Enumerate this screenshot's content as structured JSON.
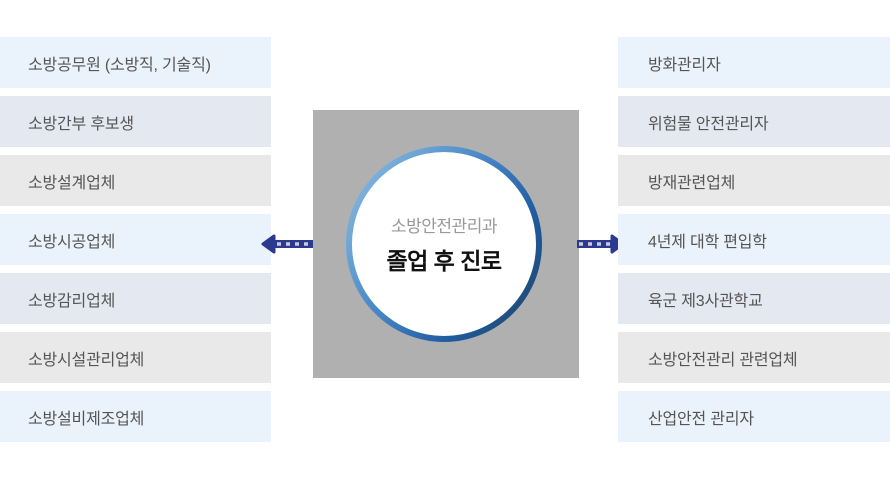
{
  "center": {
    "subtitle": "소방안전관리과",
    "title": "졸업 후 진로"
  },
  "left_items": [
    {
      "label": "소방공무원 (소방직, 기술직)"
    },
    {
      "label": "소방간부 후보생"
    },
    {
      "label": "소방설계업체"
    },
    {
      "label": "소방시공업체"
    },
    {
      "label": "소방감리업체"
    },
    {
      "label": "소방시설관리업체"
    },
    {
      "label": "소방설비제조업체"
    }
  ],
  "right_items": [
    {
      "label": "방화관리자"
    },
    {
      "label": "위험물 안전관리자"
    },
    {
      "label": "방재관련업체"
    },
    {
      "label": "4년제 대학 편입학"
    },
    {
      "label": "육군 제3사관학교"
    },
    {
      "label": "소방안전관리 관련업체"
    },
    {
      "label": "산업안전 관리자"
    }
  ],
  "colors": {
    "arrow_navy": "#2b3990",
    "arrow_dash_gap": "#c9ccd2",
    "square_gray": "#b0b0b0",
    "row_blue": "#eaf3fb",
    "row_slate": "#e4e8f0",
    "row_gray": "#e9e9ea",
    "ring_gradient_start": "#93c4e4",
    "ring_gradient_end": "#20405f",
    "item_text": "#555555",
    "subtitle_gray": "#999999",
    "title_black": "#111111"
  }
}
